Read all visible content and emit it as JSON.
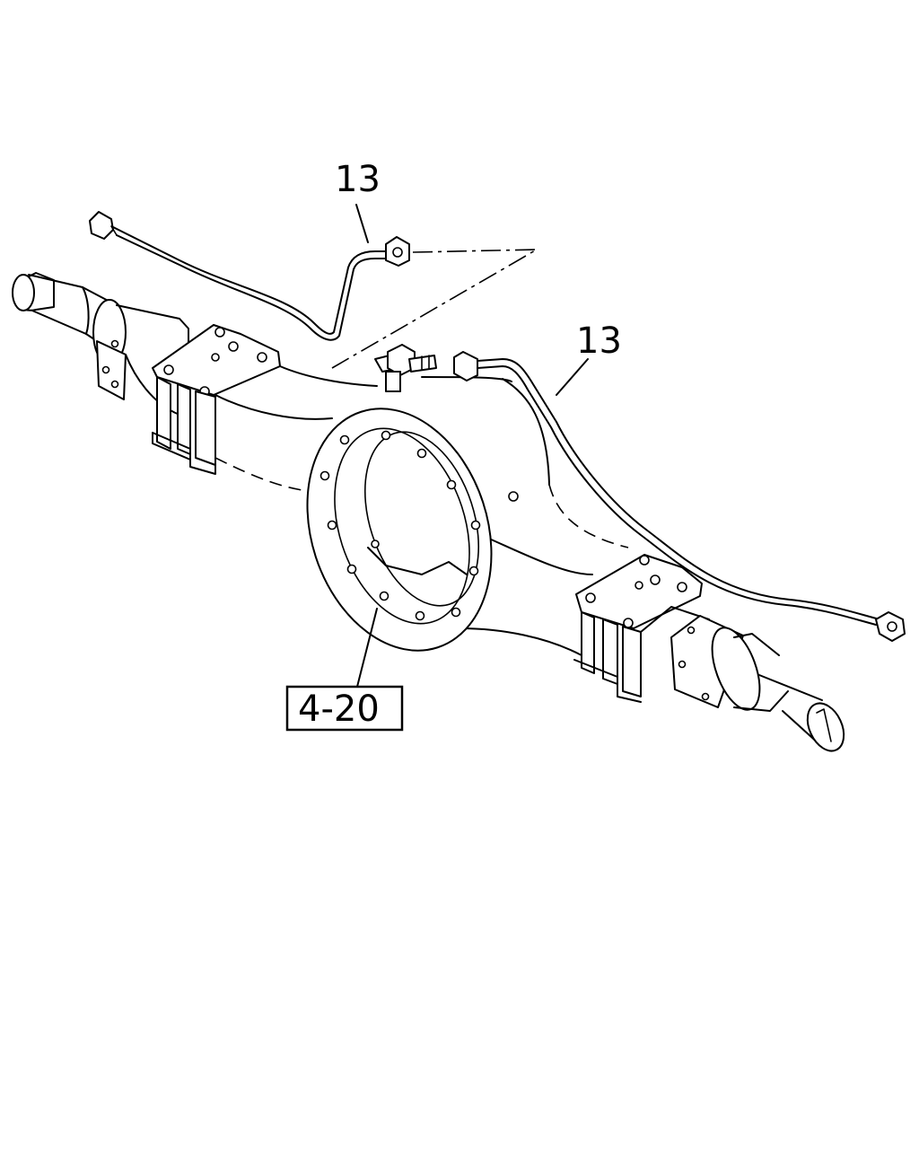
{
  "callouts": {
    "pipe_left": "13",
    "pipe_right": "13",
    "housing_ref": "4-20"
  }
}
